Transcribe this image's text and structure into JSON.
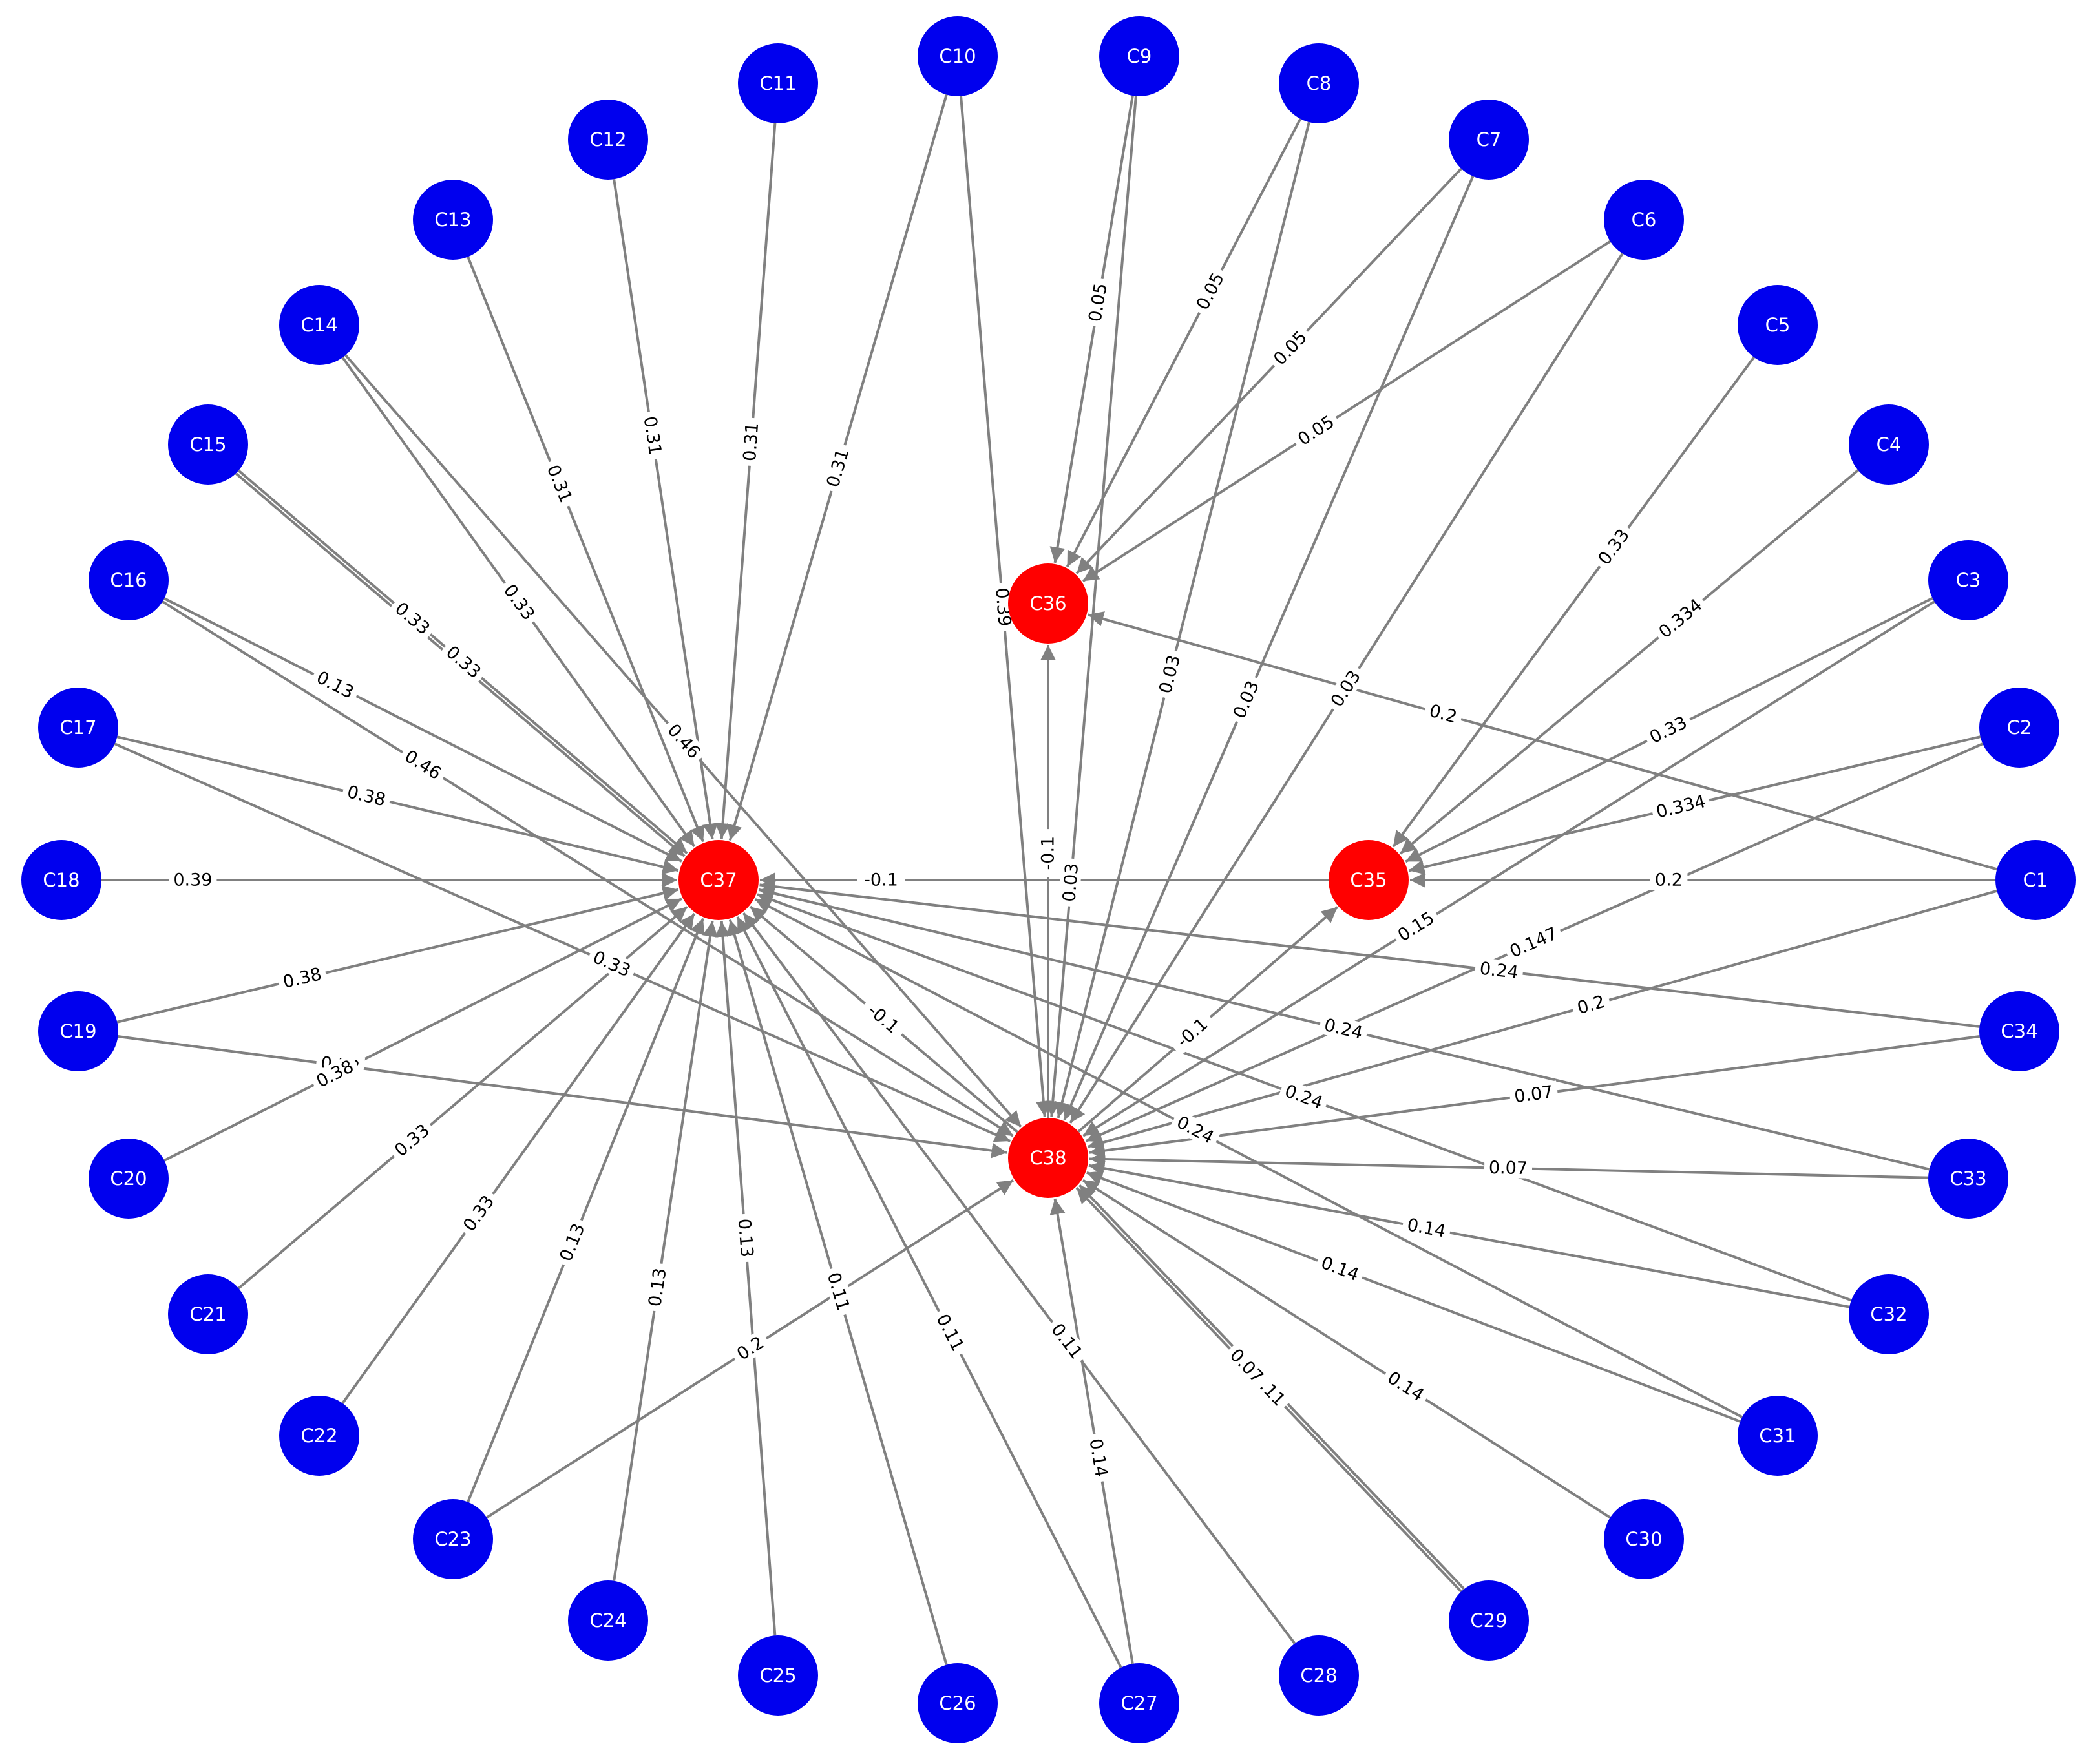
{
  "diagram": {
    "type": "directed-weighted-graph",
    "colors": {
      "edge": "#808080",
      "outer_node": "#0000ee",
      "hub_node": "#ff0000",
      "node_text": "#ffffff",
      "edge_text": "#000000"
    },
    "nodes": [
      {
        "id": "C1",
        "kind": "outer"
      },
      {
        "id": "C2",
        "kind": "outer"
      },
      {
        "id": "C3",
        "kind": "outer"
      },
      {
        "id": "C4",
        "kind": "outer"
      },
      {
        "id": "C5",
        "kind": "outer"
      },
      {
        "id": "C6",
        "kind": "outer"
      },
      {
        "id": "C7",
        "kind": "outer"
      },
      {
        "id": "C8",
        "kind": "outer"
      },
      {
        "id": "C9",
        "kind": "outer"
      },
      {
        "id": "C10",
        "kind": "outer"
      },
      {
        "id": "C11",
        "kind": "outer"
      },
      {
        "id": "C12",
        "kind": "outer"
      },
      {
        "id": "C13",
        "kind": "outer"
      },
      {
        "id": "C14",
        "kind": "outer"
      },
      {
        "id": "C15",
        "kind": "outer"
      },
      {
        "id": "C16",
        "kind": "outer"
      },
      {
        "id": "C17",
        "kind": "outer"
      },
      {
        "id": "C18",
        "kind": "outer"
      },
      {
        "id": "C19",
        "kind": "outer"
      },
      {
        "id": "C20",
        "kind": "outer"
      },
      {
        "id": "C21",
        "kind": "outer"
      },
      {
        "id": "C22",
        "kind": "outer"
      },
      {
        "id": "C23",
        "kind": "outer"
      },
      {
        "id": "C24",
        "kind": "outer"
      },
      {
        "id": "C25",
        "kind": "outer"
      },
      {
        "id": "C26",
        "kind": "outer"
      },
      {
        "id": "C27",
        "kind": "outer"
      },
      {
        "id": "C28",
        "kind": "outer"
      },
      {
        "id": "C29",
        "kind": "outer"
      },
      {
        "id": "C30",
        "kind": "outer"
      },
      {
        "id": "C31",
        "kind": "outer"
      },
      {
        "id": "C32",
        "kind": "outer"
      },
      {
        "id": "C33",
        "kind": "outer"
      },
      {
        "id": "C34",
        "kind": "outer"
      },
      {
        "id": "C35",
        "kind": "hub"
      },
      {
        "id": "C36",
        "kind": "hub"
      },
      {
        "id": "C37",
        "kind": "hub"
      },
      {
        "id": "C38",
        "kind": "hub"
      }
    ],
    "edges": [
      {
        "from": "C1",
        "to": "C35",
        "label": "0.2"
      },
      {
        "from": "C1",
        "to": "C36",
        "label": "0.2"
      },
      {
        "from": "C1",
        "to": "C38",
        "label": "0.2"
      },
      {
        "from": "C2",
        "to": "C35",
        "label": "0.334"
      },
      {
        "from": "C2",
        "to": "C38",
        "label": "0.147"
      },
      {
        "from": "C3",
        "to": "C35",
        "label": "0.33"
      },
      {
        "from": "C3",
        "to": "C38",
        "label": "0.15"
      },
      {
        "from": "C4",
        "to": "C35",
        "label": "0.334"
      },
      {
        "from": "C5",
        "to": "C35",
        "label": "0.33"
      },
      {
        "from": "C6",
        "to": "C36",
        "label": "0.05"
      },
      {
        "from": "C6",
        "to": "C38",
        "label": "0.03"
      },
      {
        "from": "C7",
        "to": "C36",
        "label": "0.05"
      },
      {
        "from": "C7",
        "to": "C38",
        "label": "0.03"
      },
      {
        "from": "C8",
        "to": "C36",
        "label": "0.05"
      },
      {
        "from": "C8",
        "to": "C38",
        "label": "0.03"
      },
      {
        "from": "C9",
        "to": "C36",
        "label": "0.05"
      },
      {
        "from": "C9",
        "to": "C38",
        "label": "0.03"
      },
      {
        "from": "C10",
        "to": "C37",
        "label": "0.31"
      },
      {
        "from": "C10",
        "to": "C38",
        "label": "0.39"
      },
      {
        "from": "C11",
        "to": "C37",
        "label": "0.31"
      },
      {
        "from": "C12",
        "to": "C37",
        "label": "0.31"
      },
      {
        "from": "C13",
        "to": "C37",
        "label": "0.31"
      },
      {
        "from": "C14",
        "to": "C37",
        "label": "0.33"
      },
      {
        "from": "C14",
        "to": "C38",
        "label": "0.46"
      },
      {
        "from": "C15",
        "to": "C37",
        "label": "0.33"
      },
      {
        "from": "C15",
        "to": "C37",
        "label": "0.33"
      },
      {
        "from": "C16",
        "to": "C37",
        "label": "0.13"
      },
      {
        "from": "C16",
        "to": "C38",
        "label": "0.46"
      },
      {
        "from": "C17",
        "to": "C37",
        "label": "0.38"
      },
      {
        "from": "C17",
        "to": "C38",
        "label": "0.33"
      },
      {
        "from": "C18",
        "to": "C37",
        "label": "0.39"
      },
      {
        "from": "C19",
        "to": "C37",
        "label": "0.38"
      },
      {
        "from": "C19",
        "to": "C38",
        "label": "0.38"
      },
      {
        "from": "C20",
        "to": "C37",
        "label": "0.38"
      },
      {
        "from": "C21",
        "to": "C37",
        "label": "0.33"
      },
      {
        "from": "C22",
        "to": "C37",
        "label": "0.33"
      },
      {
        "from": "C23",
        "to": "C37",
        "label": "0.13"
      },
      {
        "from": "C23",
        "to": "C38",
        "label": "0.2"
      },
      {
        "from": "C24",
        "to": "C37",
        "label": "0.13"
      },
      {
        "from": "C25",
        "to": "C37",
        "label": "0.13"
      },
      {
        "from": "C26",
        "to": "C37",
        "label": "0.11"
      },
      {
        "from": "C27",
        "to": "C37",
        "label": "0.11"
      },
      {
        "from": "C27",
        "to": "C38",
        "label": "0.14"
      },
      {
        "from": "C28",
        "to": "C37",
        "label": "0.11"
      },
      {
        "from": "C29",
        "to": "C38",
        "label": "0.11"
      },
      {
        "from": "C29",
        "to": "C38",
        "label": "0.07"
      },
      {
        "from": "C30",
        "to": "C38",
        "label": "0.14"
      },
      {
        "from": "C31",
        "to": "C38",
        "label": "0.14"
      },
      {
        "from": "C31",
        "to": "C37",
        "label": "0.24"
      },
      {
        "from": "C32",
        "to": "C38",
        "label": "0.14"
      },
      {
        "from": "C32",
        "to": "C37",
        "label": "0.24"
      },
      {
        "from": "C33",
        "to": "C38",
        "label": "0.07"
      },
      {
        "from": "C33",
        "to": "C37",
        "label": "0.24"
      },
      {
        "from": "C34",
        "to": "C38",
        "label": "0.07"
      },
      {
        "from": "C34",
        "to": "C37",
        "label": "0.24"
      },
      {
        "from": "C35",
        "to": "C37",
        "label": "-0.1"
      },
      {
        "from": "C38",
        "to": "C35",
        "label": "-0.1"
      },
      {
        "from": "C38",
        "to": "C36",
        "label": "-0.1"
      },
      {
        "from": "C38",
        "to": "C37",
        "label": "-0.1"
      }
    ]
  }
}
